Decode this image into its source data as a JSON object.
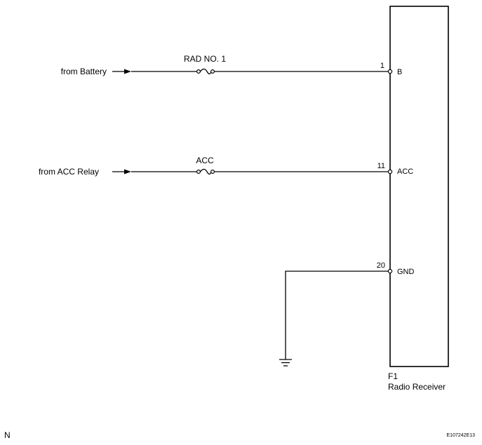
{
  "inputs": {
    "battery_label": "from Battery",
    "acc_relay_label": "from ACC Relay"
  },
  "fuses": {
    "rad_no1": "RAD NO. 1",
    "acc": "ACC"
  },
  "pins": [
    {
      "number": "1",
      "name": "B"
    },
    {
      "number": "11",
      "name": "ACC"
    },
    {
      "number": "20",
      "name": "GND"
    }
  ],
  "component": {
    "code": "F1",
    "name": "Radio Receiver"
  },
  "footer": {
    "left_mark": "N",
    "figure_id": "E107242E13"
  }
}
